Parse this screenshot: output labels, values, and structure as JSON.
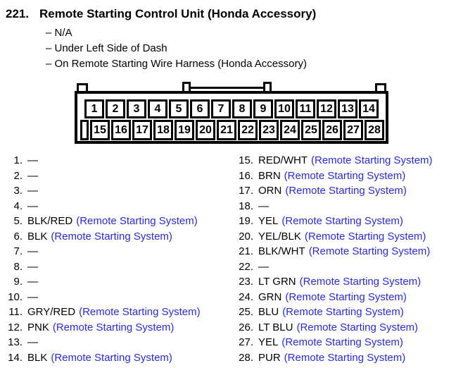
{
  "header": {
    "index": "221.",
    "title": "Remote Starting Control Unit (Honda Accessory)",
    "notes": [
      "– N/A",
      "– Under Left Side of Dash",
      "– On Remote Starting Wire Harness (Honda Accessory)"
    ]
  },
  "connector": {
    "top_row": [
      "1",
      "2",
      "3",
      "4",
      "5",
      "6",
      "7",
      "8",
      "9",
      "10",
      "11",
      "12",
      "13",
      "14"
    ],
    "bottom_row": [
      "15",
      "16",
      "17",
      "18",
      "19",
      "20",
      "21",
      "22",
      "23",
      "24",
      "25",
      "26",
      "27",
      "28"
    ]
  },
  "pins": {
    "left": [
      {
        "num": "1.",
        "wire": "—",
        "system": ""
      },
      {
        "num": "2.",
        "wire": "—",
        "system": ""
      },
      {
        "num": "3.",
        "wire": "—",
        "system": ""
      },
      {
        "num": "4.",
        "wire": "—",
        "system": ""
      },
      {
        "num": "5.",
        "wire": "BLK/RED",
        "system": "(Remote Starting System)"
      },
      {
        "num": "6.",
        "wire": "BLK",
        "system": "(Remote Starting System)"
      },
      {
        "num": "7.",
        "wire": "—",
        "system": ""
      },
      {
        "num": "8.",
        "wire": "—",
        "system": ""
      },
      {
        "num": "9.",
        "wire": "—",
        "system": ""
      },
      {
        "num": "10.",
        "wire": "—",
        "system": ""
      },
      {
        "num": "11.",
        "wire": "GRY/RED",
        "system": "(Remote Starting System)"
      },
      {
        "num": "12.",
        "wire": "PNK",
        "system": "(Remote Starting System)"
      },
      {
        "num": "13.",
        "wire": "—",
        "system": ""
      },
      {
        "num": "14.",
        "wire": "BLK",
        "system": "(Remote Starting System)"
      }
    ],
    "right": [
      {
        "num": "15.",
        "wire": "RED/WHT",
        "system": "(Remote Starting System)"
      },
      {
        "num": "16.",
        "wire": "BRN",
        "system": "(Remote Starting System)"
      },
      {
        "num": "17.",
        "wire": "ORN",
        "system": "(Remote Starting System)"
      },
      {
        "num": "18.",
        "wire": "—",
        "system": ""
      },
      {
        "num": "19.",
        "wire": "YEL",
        "system": "(Remote Starting System)"
      },
      {
        "num": "20.",
        "wire": "YEL/BLK",
        "system": "(Remote Starting System)"
      },
      {
        "num": "21.",
        "wire": "BLK/WHT",
        "system": "(Remote Starting System)"
      },
      {
        "num": "22.",
        "wire": "—",
        "system": ""
      },
      {
        "num": "23.",
        "wire": "LT GRN",
        "system": "(Remote Starting System)"
      },
      {
        "num": "24.",
        "wire": "GRN",
        "system": "(Remote Starting System)"
      },
      {
        "num": "25.",
        "wire": "BLU",
        "system": "(Remote Starting System)"
      },
      {
        "num": "26.",
        "wire": "LT BLU",
        "system": "(Remote Starting System)"
      },
      {
        "num": "27.",
        "wire": "YEL",
        "system": "(Remote Starting System)"
      },
      {
        "num": "28.",
        "wire": "PUR",
        "system": "(Remote Starting System)"
      }
    ]
  },
  "colors": {
    "link_blue": "#2B2BCE",
    "text": "#000000",
    "background": "#FFFFFF"
  }
}
